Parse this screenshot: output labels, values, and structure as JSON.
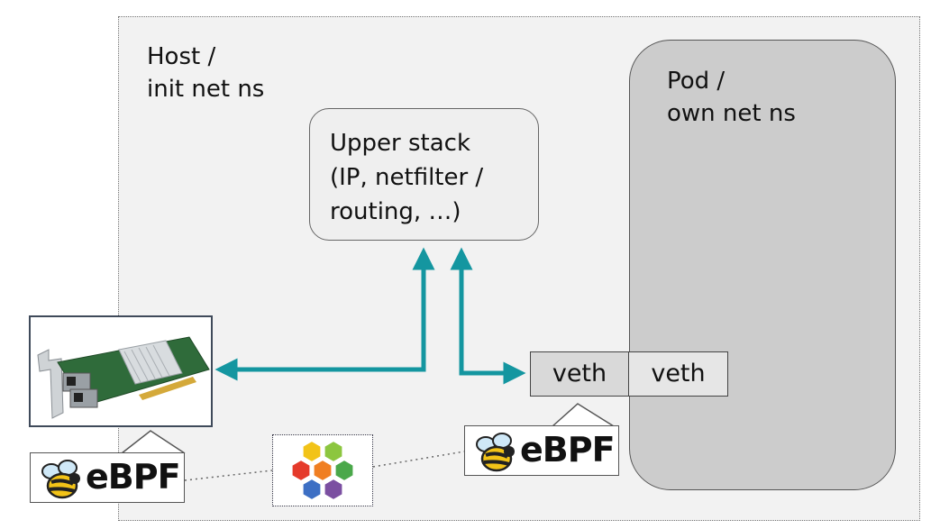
{
  "diagram": {
    "host_label": [
      "Host /",
      "init net ns"
    ],
    "pod_label": [
      "Pod /",
      "own net ns"
    ],
    "upper_stack_lines": [
      "Upper stack",
      "(IP,  netfilter /",
      "routing, …)"
    ],
    "veth_host_label": "veth",
    "veth_pod_label": "veth",
    "ebpf_logo_text": "eBPF",
    "arrow_color": "#1496a0",
    "host_fill": "#f2f2f2",
    "pod_fill": "#cccccc",
    "hub_colors": [
      "#f2c318",
      "#8cc63f",
      "#e53a2b",
      "#f07f22",
      "#4aa84a",
      "#3d6fc4",
      "#7b4fa1"
    ]
  }
}
